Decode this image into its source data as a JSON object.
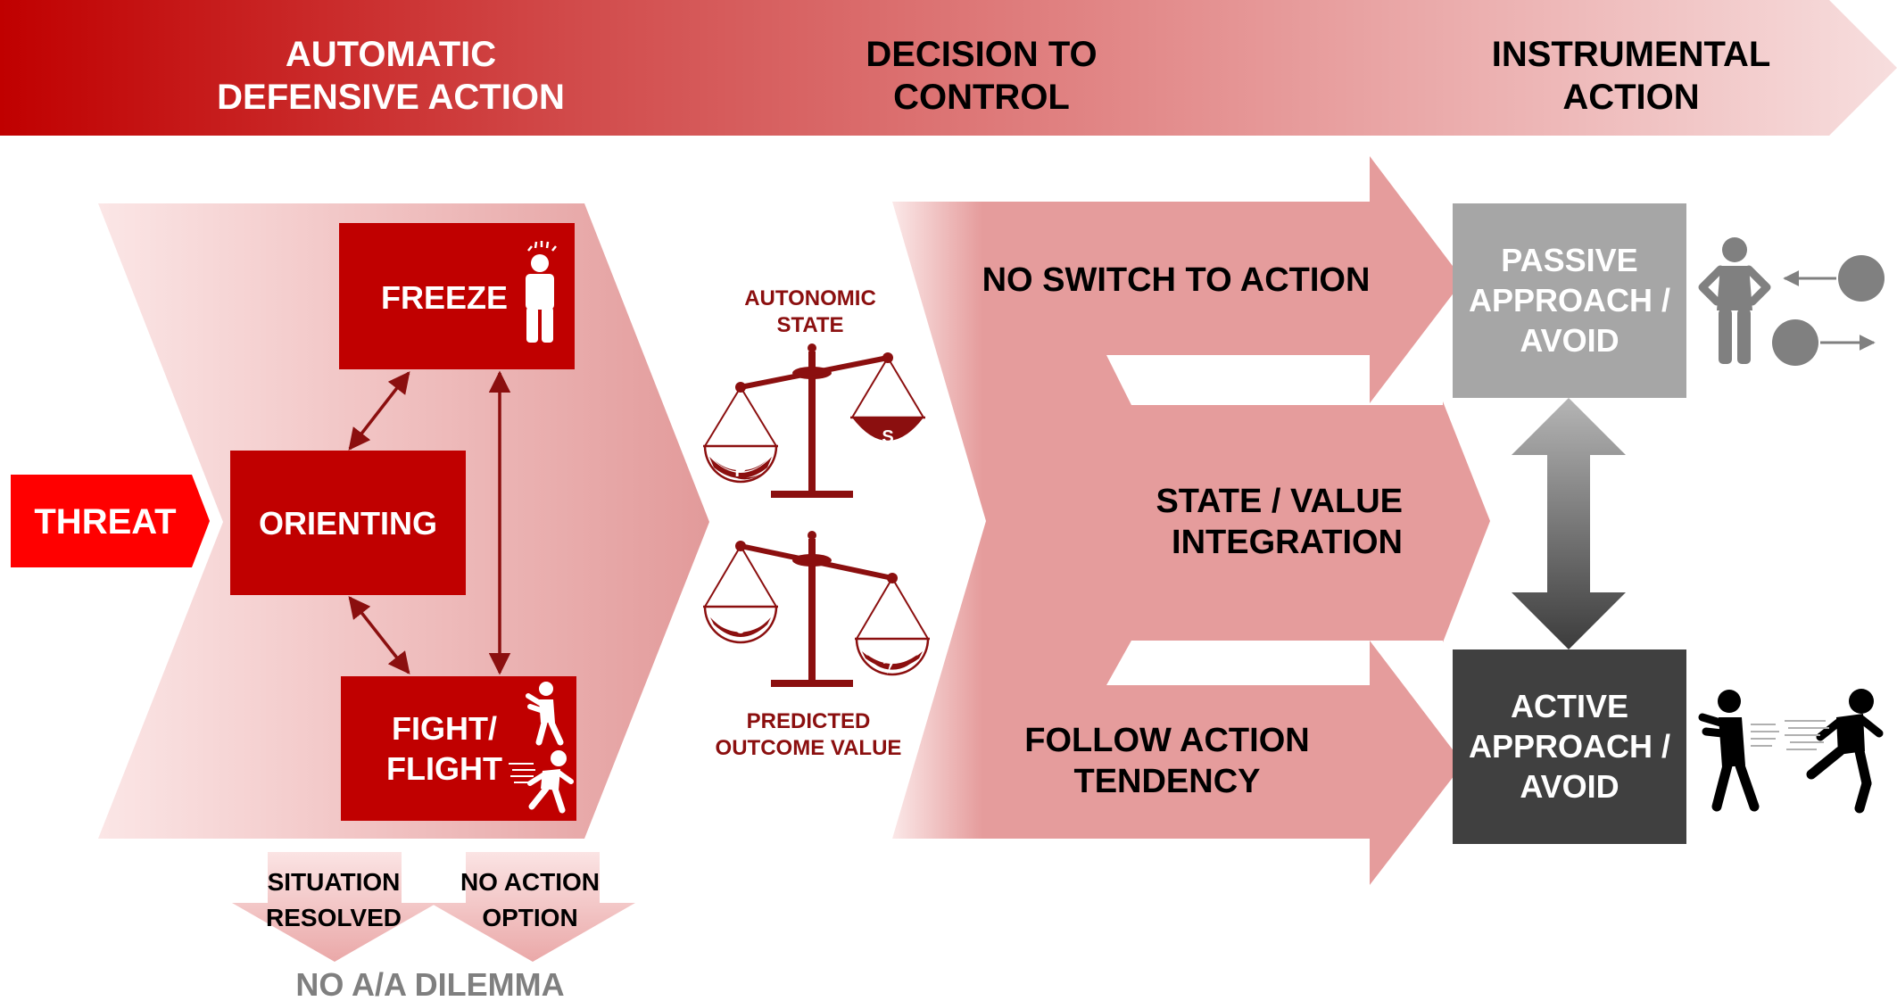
{
  "header": {
    "phase1_line1": "AUTOMATIC",
    "phase1_line2": "DEFENSIVE ACTION",
    "phase2_line1": "DECISION TO",
    "phase2_line2": "CONTROL",
    "phase3_line1": "INSTRUMENTAL",
    "phase3_line2": "ACTION"
  },
  "threat": {
    "label": "THREAT"
  },
  "defensive": {
    "freeze": "FREEZE",
    "orienting": "ORIENTING",
    "fight_line1": "FIGHT/",
    "fight_line2": "FLIGHT"
  },
  "outcomes": {
    "resolved_line1": "SITUATION",
    "resolved_line2": "RESOLVED",
    "no_action_line1": "NO ACTION",
    "no_action_line2": "OPTION",
    "dilemma": "NO A/A DILEMMA"
  },
  "scales": {
    "autonomic_line1": "AUTONOMIC",
    "autonomic_line2": "STATE",
    "pan_p": "P",
    "pan_s": "S",
    "pan_euro": "€",
    "predicted_line1": "PREDICTED",
    "predicted_line2": "OUTCOME VALUE"
  },
  "decision": {
    "no_switch": "NO SWITCH TO ACTION",
    "state_value_line1": "STATE / VALUE",
    "state_value_line2": "INTEGRATION",
    "follow_line1": "FOLLOW ACTION",
    "follow_line2": "TENDENCY"
  },
  "instrumental": {
    "passive_line1": "PASSIVE",
    "passive_line2": "APPROACH /",
    "passive_line3": "AVOID",
    "active_line1": "ACTIVE",
    "active_line2": "APPROACH /",
    "active_line3": "AVOID"
  },
  "colors": {
    "dark_red": "#c00000",
    "bright_red": "#ff0000",
    "maroon": "#8b0f0f",
    "pink_arrow": "#e8a3a3",
    "passive_gray": "#a6a6a6",
    "active_dark": "#404040",
    "gray_text": "#7f7f7f"
  }
}
